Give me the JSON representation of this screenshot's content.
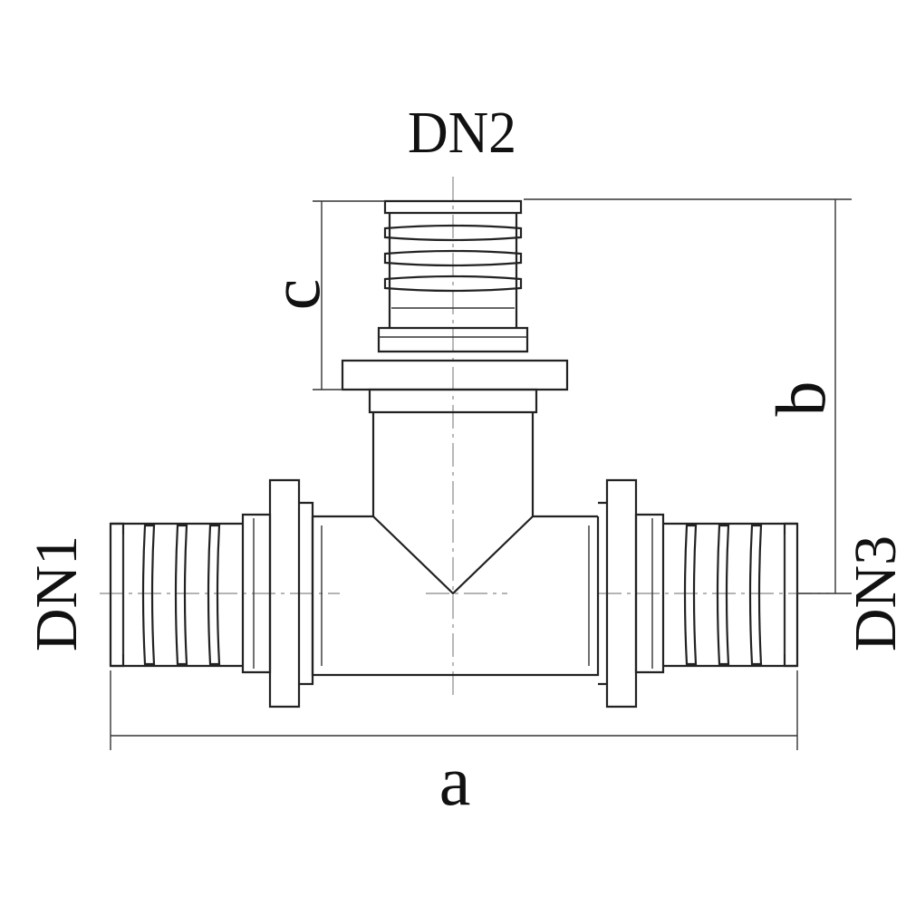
{
  "labels": {
    "dn1": "DN1",
    "dn2": "DN2",
    "dn3": "DN3",
    "a": "a",
    "b": "b",
    "c": "c"
  },
  "colors": {
    "line": "#222222",
    "text": "#111111",
    "background": "#ffffff"
  }
}
